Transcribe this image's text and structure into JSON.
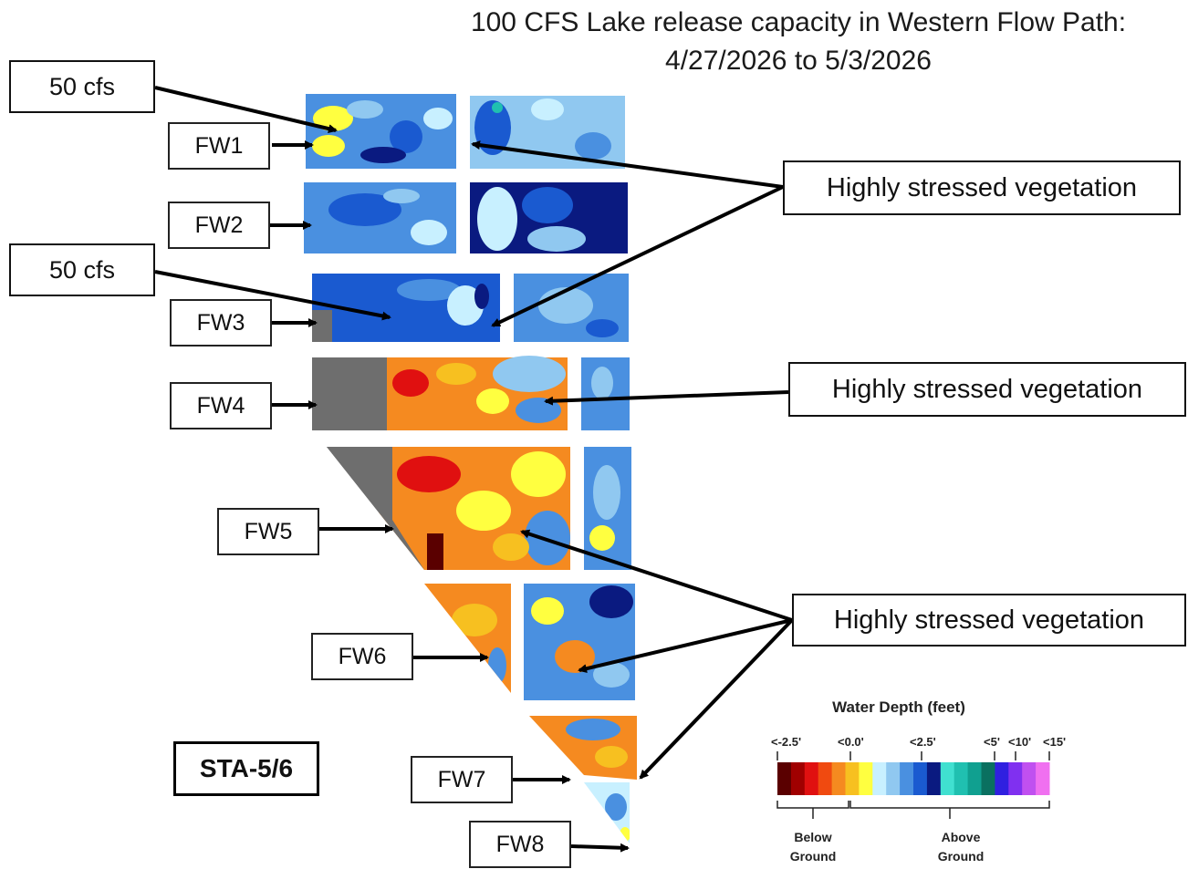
{
  "title": {
    "line1": "100 CFS Lake release capacity in Western Flow Path:",
    "line2": "4/27/2026 to 5/3/2026"
  },
  "flow_labels": [
    "50 cfs",
    "50 cfs"
  ],
  "cell_labels": [
    "FW1",
    "FW2",
    "FW3",
    "FW4",
    "FW5",
    "FW6",
    "FW7",
    "FW8"
  ],
  "annotations": [
    "Highly stressed vegetation",
    "Highly stressed vegetation",
    "Highly stressed vegetation"
  ],
  "site_label": "STA-5/6",
  "legend": {
    "title": "Water Depth (feet)",
    "ticks": [
      "<-2.5'",
      "<0.0'",
      "<2.5'",
      "<5'",
      "<10'",
      "<15'"
    ],
    "below": "Below\nGround",
    "above": "Above\nGround",
    "colors": [
      "#5a0000",
      "#a00000",
      "#e01010",
      "#f04a10",
      "#f58a20",
      "#f7c020",
      "#ffff40",
      "#c8f0ff",
      "#90c8f0",
      "#4a90e0",
      "#1a5ad0",
      "#0a1a80",
      "#40e0d0",
      "#20c0b0",
      "#10a090",
      "#0a7060",
      "#3020e0",
      "#8030f0",
      "#c050f0",
      "#f070f0"
    ]
  },
  "palette": {
    "deep": "#0a1a80",
    "blue": "#1a5ad0",
    "mid": "#4a90e0",
    "light": "#90c8f0",
    "pale": "#c8f0ff",
    "yellow": "#ffff40",
    "gold": "#f7c020",
    "orange": "#f58a20",
    "red": "#e01010",
    "dark": "#5a0000",
    "grey": "#6e6e6e"
  }
}
